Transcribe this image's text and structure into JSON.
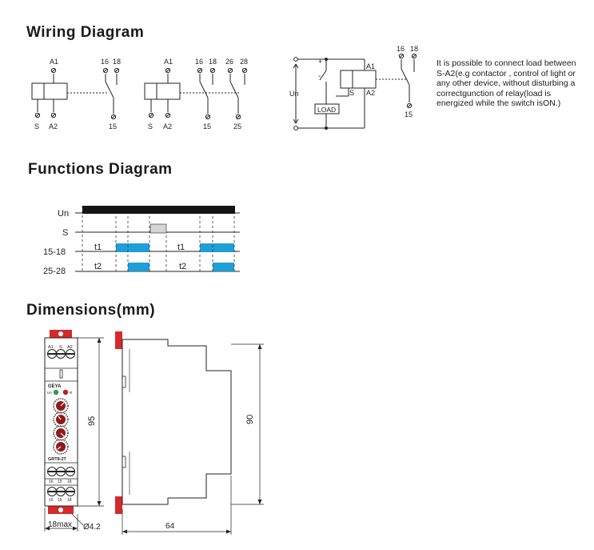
{
  "sections": {
    "wiring_title": "Wiring Diagram",
    "functions_title": "Functions Diagram",
    "dimensions_title": "Dimensions(mm)"
  },
  "wiring": {
    "a1": "A1",
    "a2": "A2",
    "s": "S",
    "t15": "15",
    "t16": "16",
    "t18": "18",
    "t25": "25",
    "t26": "26",
    "t28": "28",
    "un": "Un",
    "load": "LOAD",
    "plus": "+",
    "minus": "-",
    "note": "It is possible to connect load between S-A2(e.g contactor , control of light or any other device, without disturbing a correctgunction of relay(load is energized while the switch isON.)"
  },
  "functions": {
    "row_un": "Un",
    "row_s": "S",
    "row_1518": "15-18",
    "row_2528": "25-28",
    "t1": "t1",
    "t2": "t2",
    "accent": "#1E9FD8"
  },
  "dimensions": {
    "height_95": "95",
    "height_90": "90",
    "width_18": "18max",
    "hole": "Ø4.2",
    "depth_64": "64",
    "brand": "GEYA",
    "model": "GRT8-2T",
    "led_un": "Un",
    "led_r": "R",
    "top_a1": "A1",
    "top_s": "S",
    "top_a2": "A2",
    "bot_16": "16",
    "bot_15": "15",
    "bot_18": "18",
    "accent_red": "#D42A2A"
  }
}
